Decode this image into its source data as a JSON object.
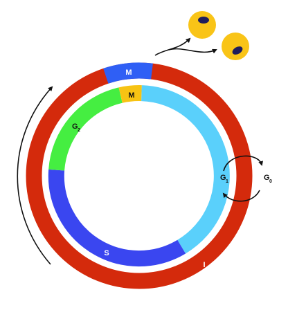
{
  "diagram": {
    "outer_ring": {
      "labels": {
        "mitosis": "M",
        "interphase": "I"
      },
      "colors": {
        "interphase": "#d42a0c",
        "mitosis": "#2f5ff5"
      }
    },
    "inner_ring": {
      "labels": {
        "mitosis": "M",
        "g2": "G",
        "g2_sub": "2",
        "s": "S",
        "g1": "G",
        "g1_sub": "1"
      },
      "colors": {
        "mitosis": "#f7c313",
        "g2": "#45ee41",
        "s": "#3a46f0",
        "g1": "#5ad0fb"
      }
    },
    "g0": {
      "label": "G",
      "sub": "0"
    },
    "daughter_cells": {
      "count": 2,
      "cell_color": "#f9c417",
      "nucleus_color": "#1f1d5c"
    },
    "arrow_color": "#111111"
  }
}
